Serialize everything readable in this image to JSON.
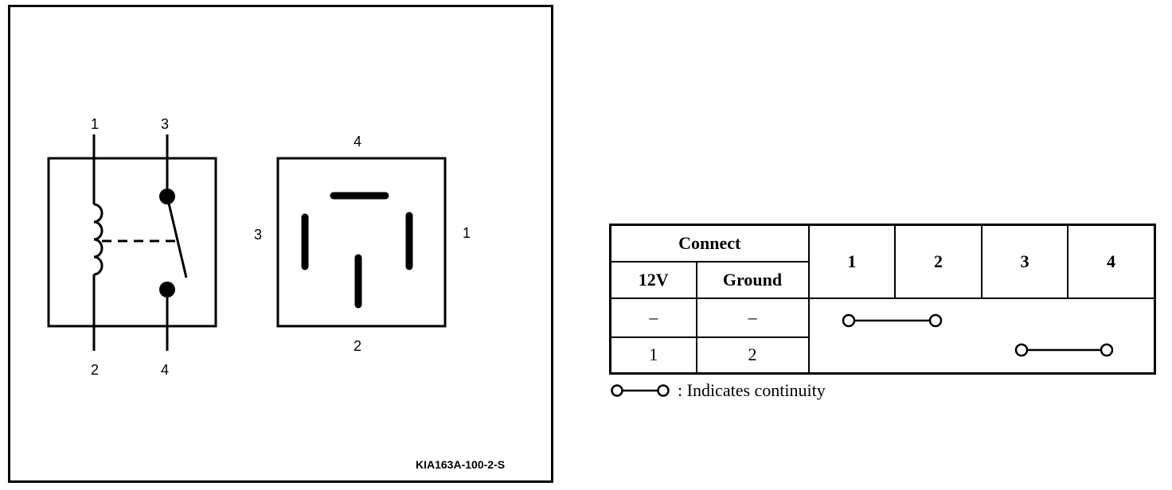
{
  "diagram": {
    "schematic_pins": {
      "pin1": "1",
      "pin2": "2",
      "pin3": "3",
      "pin4": "4"
    },
    "connector_pins": {
      "top": "4",
      "bottom": "2",
      "left": "3",
      "right": "1"
    },
    "figure_code": "KIA163A-100-2-S"
  },
  "table": {
    "connect_header": "Connect",
    "col_12v": "12V",
    "col_ground": "Ground",
    "pins": [
      "1",
      "2",
      "3",
      "4"
    ],
    "rows": [
      {
        "v12": "–",
        "ground": "–",
        "continuity": [
          "1",
          "2"
        ]
      },
      {
        "v12": "1",
        "ground": "2",
        "continuity": [
          "3",
          "4"
        ]
      }
    ]
  },
  "legend": {
    "text": ": Indicates continuity"
  }
}
